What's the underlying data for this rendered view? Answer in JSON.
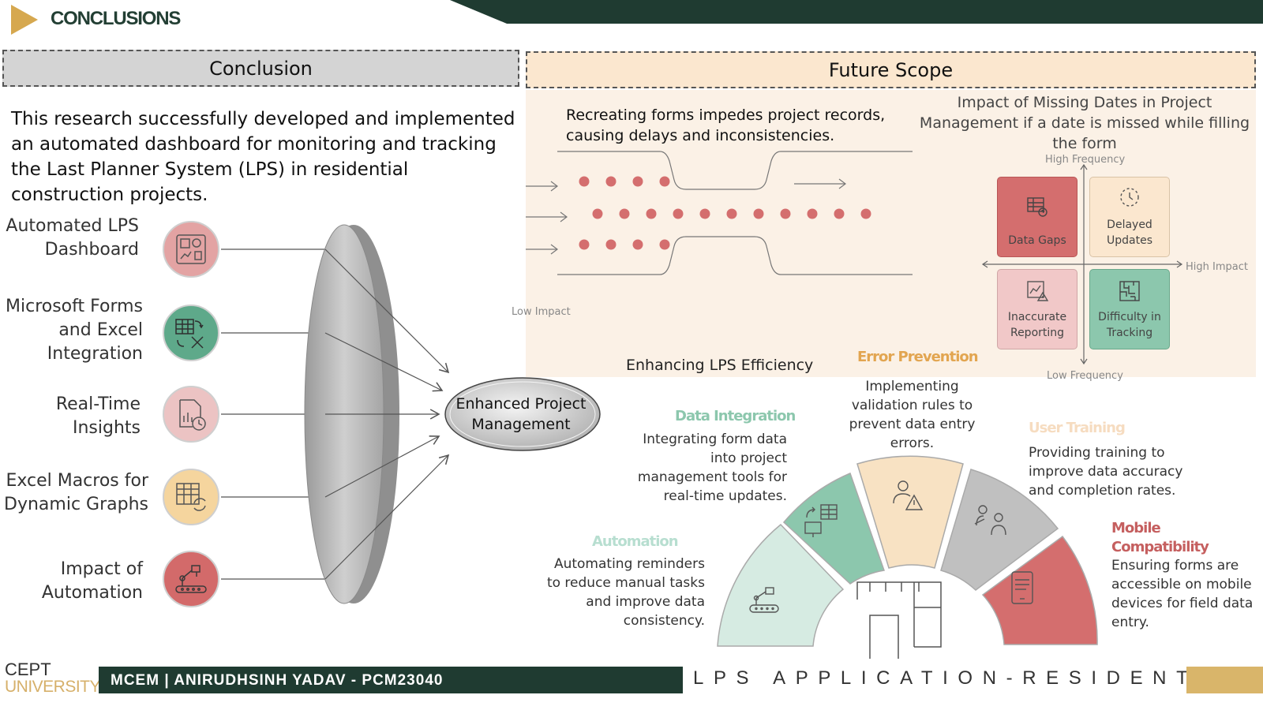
{
  "header": {
    "title": "CONCLUSIONS"
  },
  "conclusion": {
    "heading": "Conclusion",
    "text": "This research successfully developed and implemented an automated dashboard for monitoring and tracking the Last Planner System (LPS) in residential construction projects.",
    "items": [
      {
        "label": "Automated LPS Dashboard",
        "icon": "dashboard-icon",
        "color": "#e3a3a3"
      },
      {
        "label": "Microsoft Forms and Excel Integration",
        "icon": "forms-excel-icon",
        "color": "#5ea98a"
      },
      {
        "label": "Real-Time Insights",
        "icon": "report-clock-icon",
        "color": "#ecc3c3"
      },
      {
        "label": "Excel Macros for Dynamic Graphs",
        "icon": "table-refresh-icon",
        "color": "#f5d59e"
      },
      {
        "label": "Impact of Automation",
        "icon": "robot-arm-icon",
        "color": "#d36a6a"
      }
    ],
    "result": "Enhanced Project Management"
  },
  "future_scope": {
    "heading": "Future Scope",
    "recreate_text": "Recreating forms impedes project records, causing delays and inconsistencies.",
    "low_impact_label": "Low Impact",
    "matrix": {
      "title": "Impact of Missing Dates in Project Management if a date is missed while filling the form",
      "high_frequency": "High Frequency",
      "low_frequency": "Low Frequency",
      "high_impact": "High Impact",
      "quadrants": [
        {
          "label": "Data Gaps",
          "color": "#d46e6e",
          "icon": "table-question-icon"
        },
        {
          "label": "Delayed Updates",
          "color": "#fbe7cf",
          "icon": "dotted-clock-icon"
        },
        {
          "label": "Inaccurate Reporting",
          "color": "#f1c8c8",
          "icon": "report-warning-icon"
        },
        {
          "label": "Difficulty in Tracking",
          "color": "#8cc7ad",
          "icon": "maze-icon"
        }
      ]
    }
  },
  "efficiency": {
    "title": "Enhancing LPS Efficiency",
    "segments": [
      {
        "heading": "Automation",
        "text": "Automating reminders to reduce manual tasks and improve data consistency.",
        "color": "#d6ebe2",
        "head_color": "#b7ded0",
        "icon": "robot-arm-icon"
      },
      {
        "heading": "Data Integration",
        "text": "Integrating form data into project management tools for real-time updates.",
        "color": "#8cc7ad",
        "head_color": "#8cc7ad",
        "icon": "monitor-sync-icon"
      },
      {
        "heading": "Error Prevention",
        "text": "Implementing validation rules to prevent data entry errors.",
        "color": "#f8e2c3",
        "head_color": "#e2a550",
        "icon": "user-warning-icon"
      },
      {
        "heading": "User Training",
        "text": "Providing training to improve data accuracy and completion rates.",
        "color": "#c0c0c0",
        "head_color": "#f6dcc0",
        "icon": "training-icon"
      },
      {
        "heading": "Mobile Compatibility",
        "text": "Ensuring forms are accessible on mobile devices for field data entry.",
        "color": "#d46e6e",
        "head_color": "#c55f5f",
        "icon": "mobile-icon"
      }
    ],
    "center_icon": "floor-plan-icon"
  },
  "footer": {
    "logo_top": "CEPT",
    "logo_bottom": "UNIVERSITY",
    "left_text": "MCEM  | ANIRUDHSINH YADAV - PCM23040",
    "right_text": "LPS APPLICATION-RESIDENTIAL"
  }
}
